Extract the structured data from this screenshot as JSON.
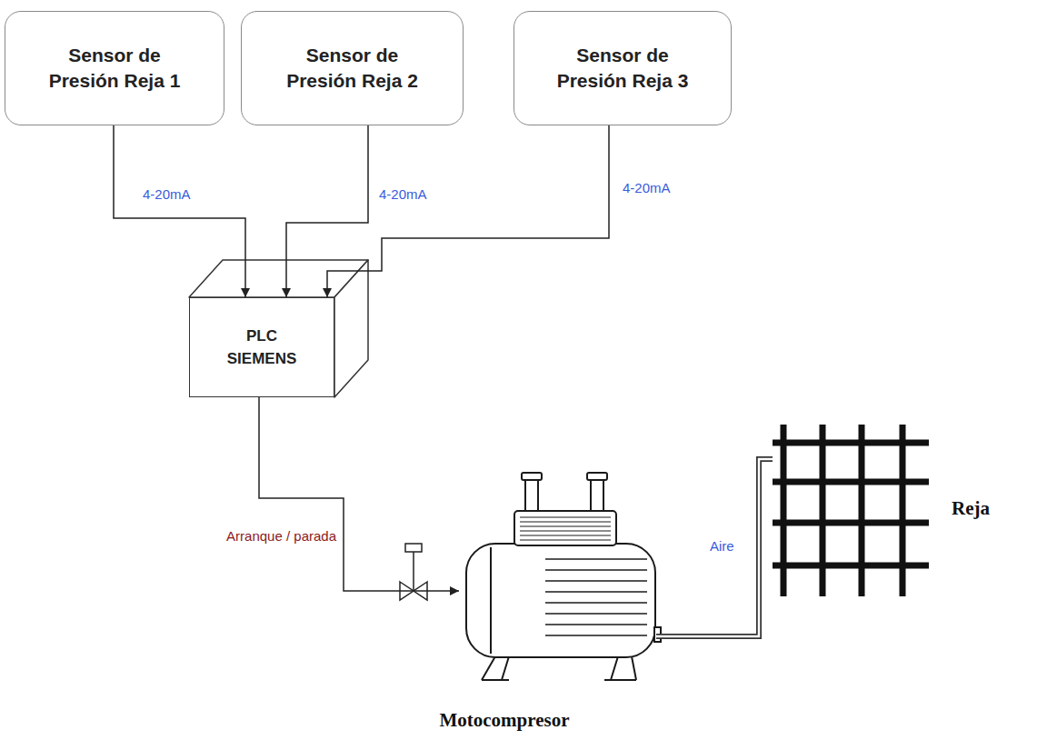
{
  "diagram": {
    "nodes": [
      {
        "text": [
          "Sensor de Presión Reja 1"
        ]
      },
      {
        "text": [
          "Sensor de Presión Reja 2"
        ]
      },
      {
        "text": [
          "Sensor de Presión Reja 3"
        ]
      },
      {
        "text": [
          "PLC SIEMENS"
        ]
      },
      {
        "text": [
          "Motocompresor"
        ]
      },
      {
        "text": [
          "Reja"
        ]
      }
    ],
    "edges": [
      {
        "from": 0,
        "to": 3,
        "label": "4-20mA",
        "arrow": "to"
      },
      {
        "from": 1,
        "to": 3,
        "label": "4-20mA",
        "arrow": "to"
      },
      {
        "from": 2,
        "to": 3,
        "label": "4-20mA",
        "arrow": "to"
      },
      {
        "from": 3,
        "to": 4,
        "label": "Arranque / parada",
        "arrow": "to"
      },
      {
        "from": 4,
        "to": 5,
        "label": "Aire",
        "arrow": "none"
      }
    ]
  }
}
